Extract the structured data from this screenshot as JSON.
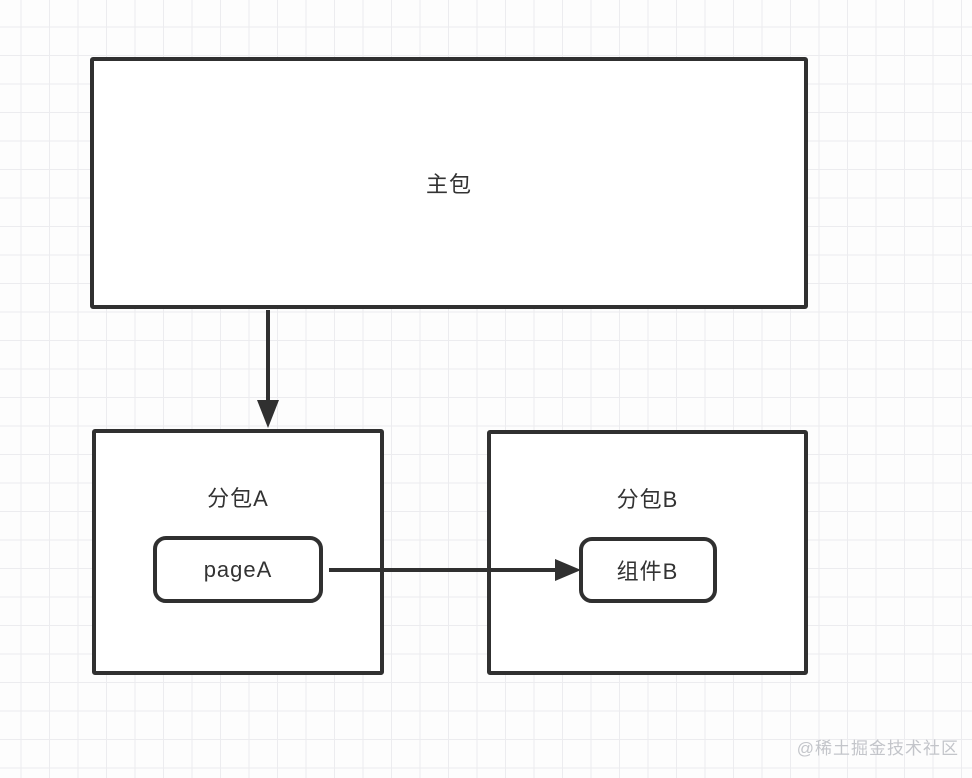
{
  "diagram": {
    "nodes": {
      "main_package": {
        "label": "主包"
      },
      "subpackage_a": {
        "label": "分包A",
        "child": {
          "label": "pageA"
        }
      },
      "subpackage_b": {
        "label": "分包B",
        "child": {
          "label": "组件B"
        }
      }
    },
    "edges": [
      {
        "from": "主包",
        "to": "分包A",
        "direction": "down",
        "style": "solid-arrow"
      },
      {
        "from": "pageA",
        "to": "组件B",
        "direction": "right",
        "style": "solid-arrow"
      }
    ],
    "watermark": "@稀土掘金技术社区",
    "colors": {
      "stroke": "#303030",
      "text": "#333333",
      "grid": "#ececef",
      "background": "#fdfdfd",
      "watermark": "#c3c5ca"
    }
  }
}
